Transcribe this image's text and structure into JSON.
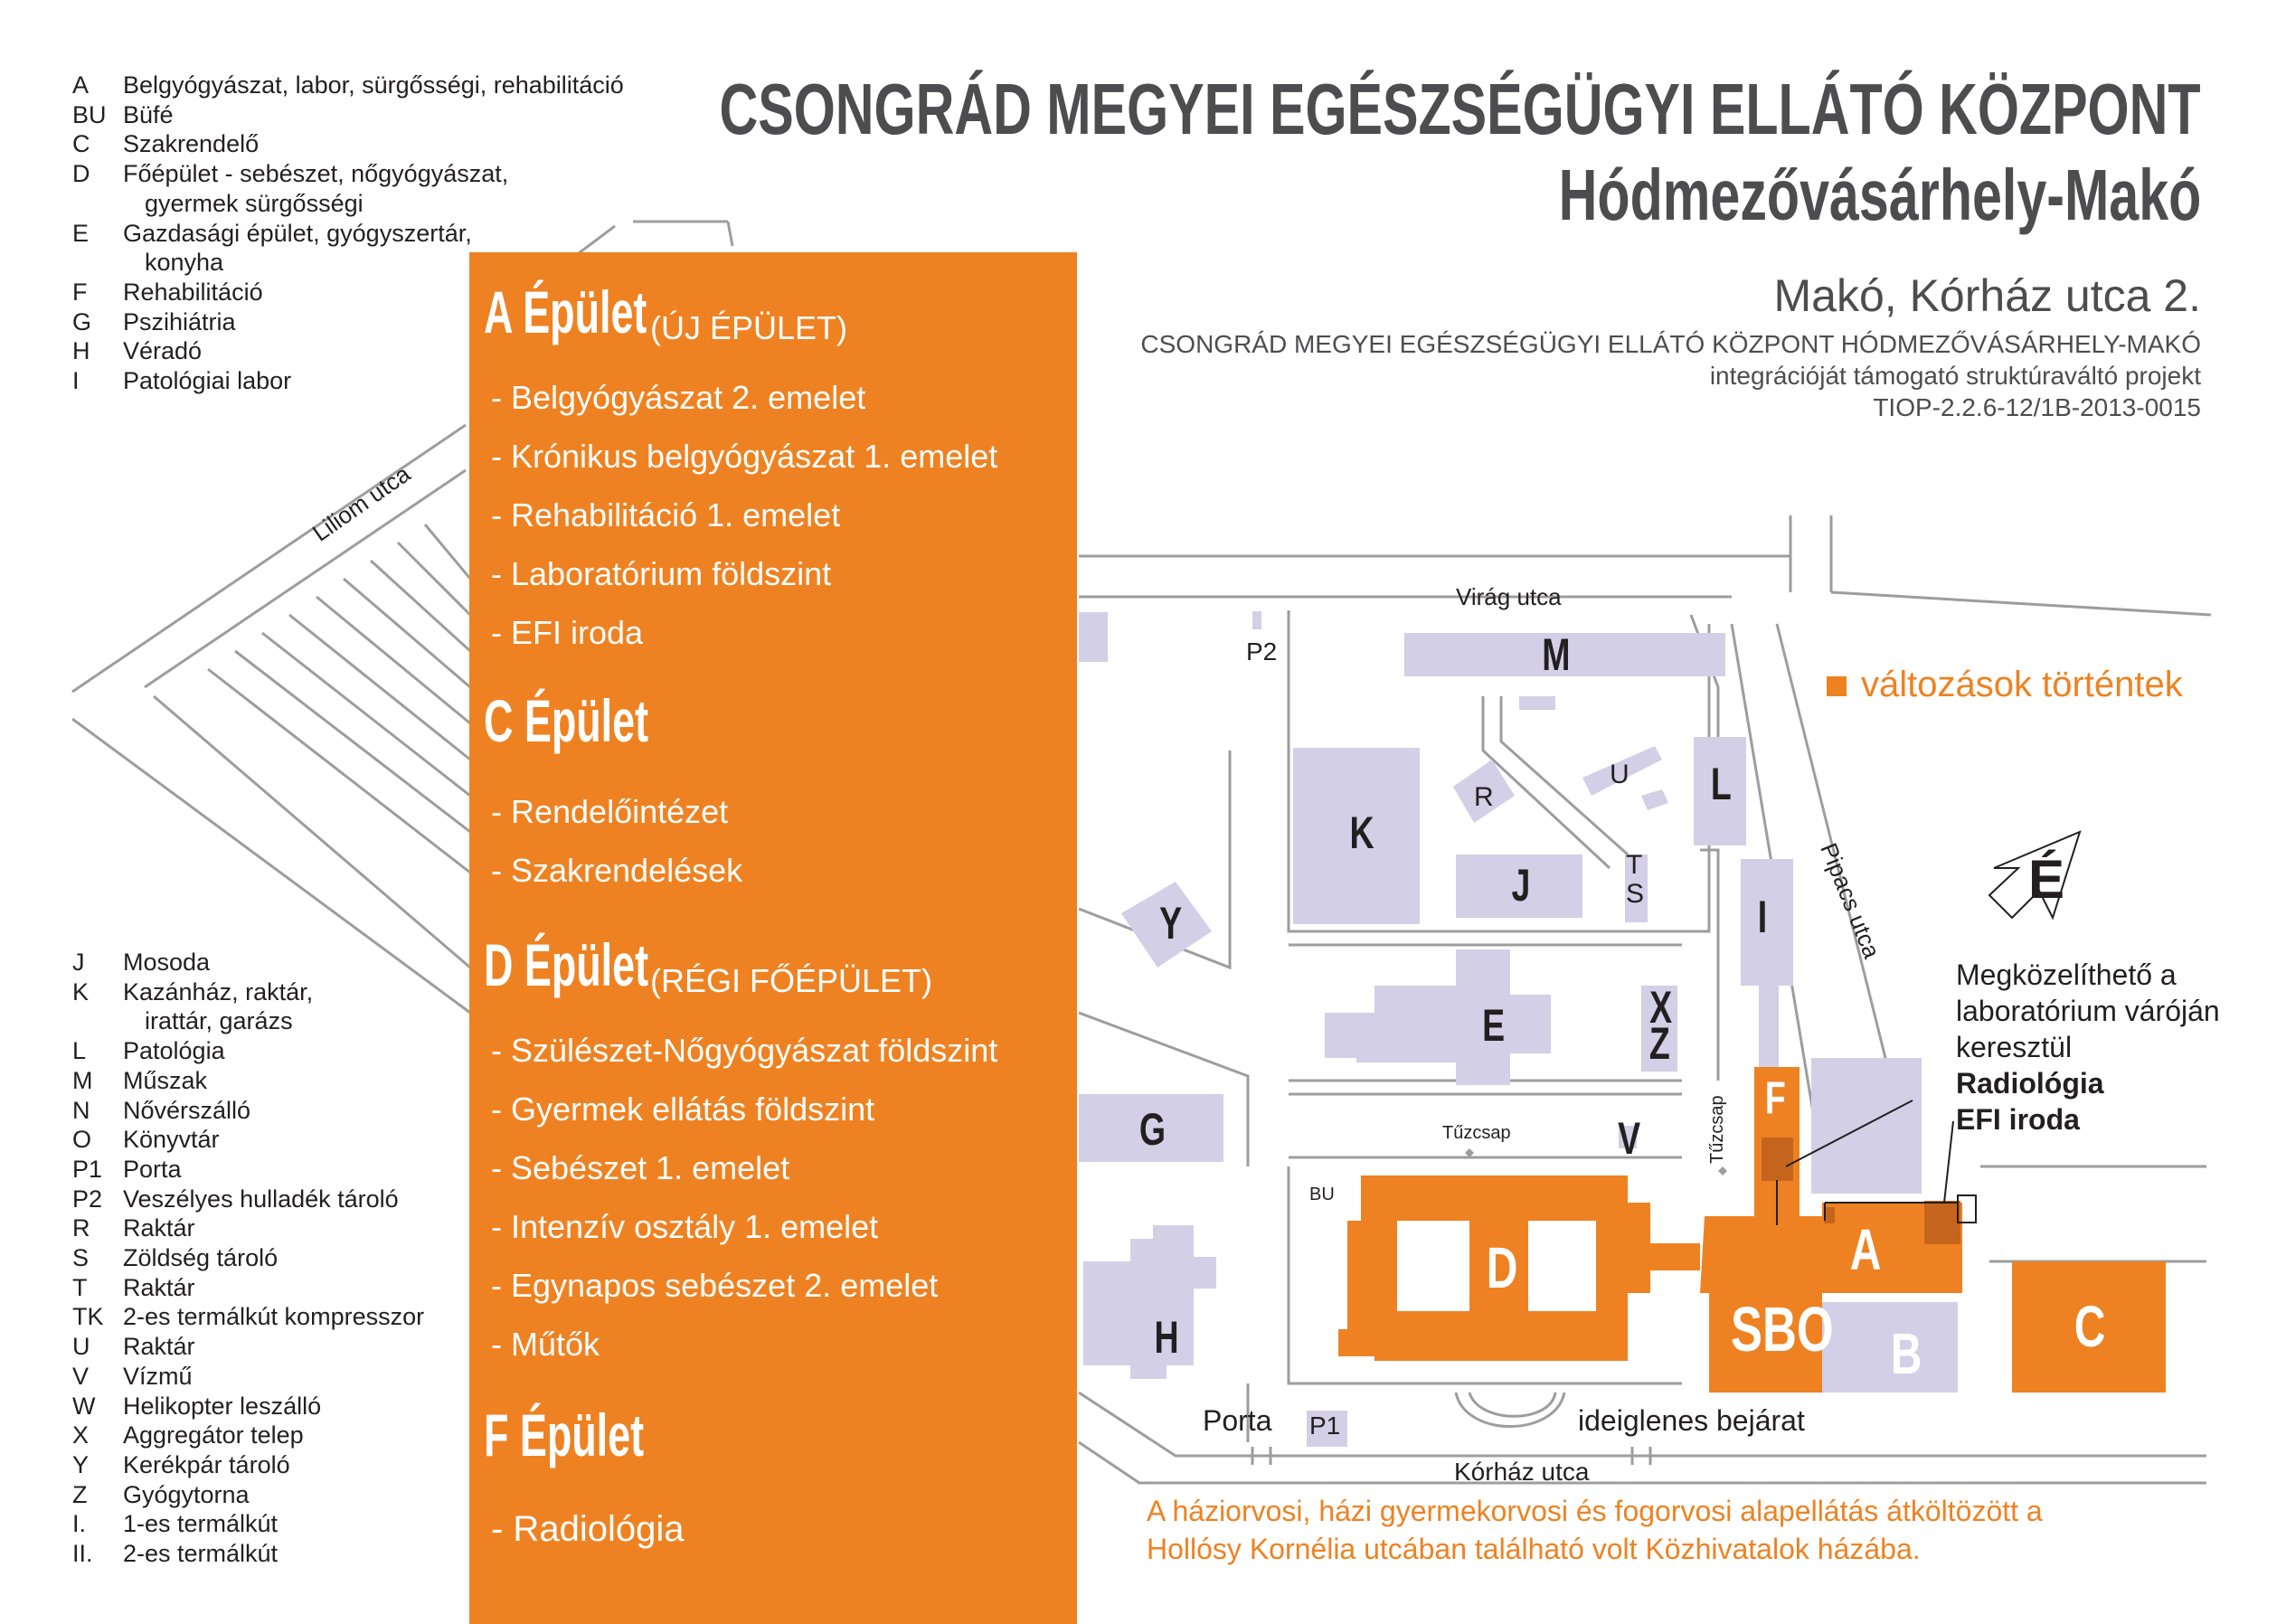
{
  "legend_top": [
    {
      "code": "A",
      "text": "Belgyógyászat, labor, sürgősségi, rehabilitáció"
    },
    {
      "code": "BU",
      "text": "Büfé"
    },
    {
      "code": "C",
      "text": "Szakrendelő"
    },
    {
      "code": "D",
      "text": "Főépület - sebészet, nőgyógyászat,"
    },
    {
      "code": "",
      "text": "gyermek sürgősségi"
    },
    {
      "code": "E",
      "text": "Gazdasági épület, gyógyszertár,"
    },
    {
      "code": "",
      "text": "konyha"
    },
    {
      "code": "F",
      "text": "Rehabilitáció"
    },
    {
      "code": "G",
      "text": "Pszihiátria"
    },
    {
      "code": "H",
      "text": "Véradó"
    },
    {
      "code": "I",
      "text": "Patológiai labor"
    }
  ],
  "legend_bottom": [
    {
      "code": "J",
      "text": "Mosoda"
    },
    {
      "code": "K",
      "text": "Kazánház, raktár,"
    },
    {
      "code": "",
      "text": "irattár, garázs"
    },
    {
      "code": "L",
      "text": "Patológia"
    },
    {
      "code": "M",
      "text": "Műszak"
    },
    {
      "code": "N",
      "text": "Nővérszálló"
    },
    {
      "code": "O",
      "text": "Könyvtár"
    },
    {
      "code": "P1",
      "text": "Porta"
    },
    {
      "code": "P2",
      "text": "Veszélyes hulladék tároló"
    },
    {
      "code": "R",
      "text": "Raktár"
    },
    {
      "code": "S",
      "text": "Zöldség tároló"
    },
    {
      "code": "T",
      "text": "Raktár"
    },
    {
      "code": "TK",
      "text": "2-es termálkút kompresszor"
    },
    {
      "code": "U",
      "text": "Raktár"
    },
    {
      "code": "V",
      "text": "Vízmű"
    },
    {
      "code": "W",
      "text": "Helikopter leszálló"
    },
    {
      "code": "X",
      "text": "Aggregátor telep"
    },
    {
      "code": "Y",
      "text": "Kerékpár tároló"
    },
    {
      "code": "Z",
      "text": "Gyógytorna"
    },
    {
      "code": "I.",
      "text": "1-es termálkút"
    },
    {
      "code": "II.",
      "text": "2-es termálkút"
    }
  ],
  "panel": {
    "a_title": "A Épület",
    "a_sub": "(ÚJ ÉPÜLET)",
    "a_items": [
      "- Belgyógyászat 2. emelet",
      "- Krónikus belgyógyászat 1. emelet",
      "- Rehabilitáció 1. emelet",
      "- Laboratórium földszint",
      "- EFI iroda"
    ],
    "c_title": "C Épület",
    "c_items": [
      "- Rendelőintézet",
      "- Szakrendelések"
    ],
    "d_title": "D Épület",
    "d_sub": "(RÉGI FŐÉPÜLET)",
    "d_items": [
      "- Szülészet-Nőgyógyászat földszint",
      "- Gyermek ellátás földszint",
      "- Sebészet 1. emelet",
      "- Intenzív osztály 1. emelet",
      "- Egynapos sebészet 2. emelet",
      "- Műtők"
    ],
    "f_title": "F Épület",
    "f_items": [
      "- Radiológia"
    ]
  },
  "header": {
    "title1": "CSONGRÁD MEGYEI EGÉSZSÉGÜGYI ELLÁTÓ KÖZPONT",
    "title2": "Hódmezővásárhely-Makó",
    "address": "Makó, Kórház utca 2.",
    "project1": "CSONGRÁD MEGYEI EGÉSZSÉGÜGYI ELLÁTÓ KÖZPONT HÓDMEZŐVÁSÁRHELY-MAKÓ",
    "project2": "integrációját támogató struktúraváltó projekt",
    "project3": "TIOP-2.2.6-12/1B-2013-0015"
  },
  "map": {
    "changes_legend": "változások történtek",
    "north": "É",
    "access_note": [
      "Megközelíthető a",
      "laboratórium váróján",
      "keresztül"
    ],
    "access_bold": [
      "Radiológia",
      "EFI iroda"
    ],
    "streets": {
      "liliom": "Liliom  utca",
      "virag": "Virág utca",
      "pipacs": "Pipacs utca",
      "korhaz": "Kórház utca"
    },
    "porta": "Porta",
    "temp_entrance": "ideiglenes bejárat",
    "tuzcsap": "Tűzcsap",
    "bottom_note": [
      "A háziorvosi, házi gyermekorvosi és fogorvosi alapellátás átköltözött a",
      "Hollósy Kornélia utcában található volt Közhivatalok házába."
    ],
    "buildings": {
      "M": "M",
      "P2": "P2",
      "K": "K",
      "R": "R",
      "U": "U",
      "L": "L",
      "J": "J",
      "T": "T",
      "S": "S",
      "I": "I",
      "Y": "Y",
      "E": "E",
      "X": "X",
      "Z": "Z",
      "G": "G",
      "V": "V",
      "F": "F",
      "BU": "BU",
      "D": "D",
      "A": "A",
      "SBO": "SBO",
      "C": "C",
      "B": "B",
      "H": "H",
      "P1": "P1"
    }
  },
  "colors": {
    "orange": "#ee8222",
    "dark_orange": "#c5651d",
    "lavender": "#d2cfe6",
    "text": "#231f20",
    "title_gray": "#4d4d4f"
  }
}
